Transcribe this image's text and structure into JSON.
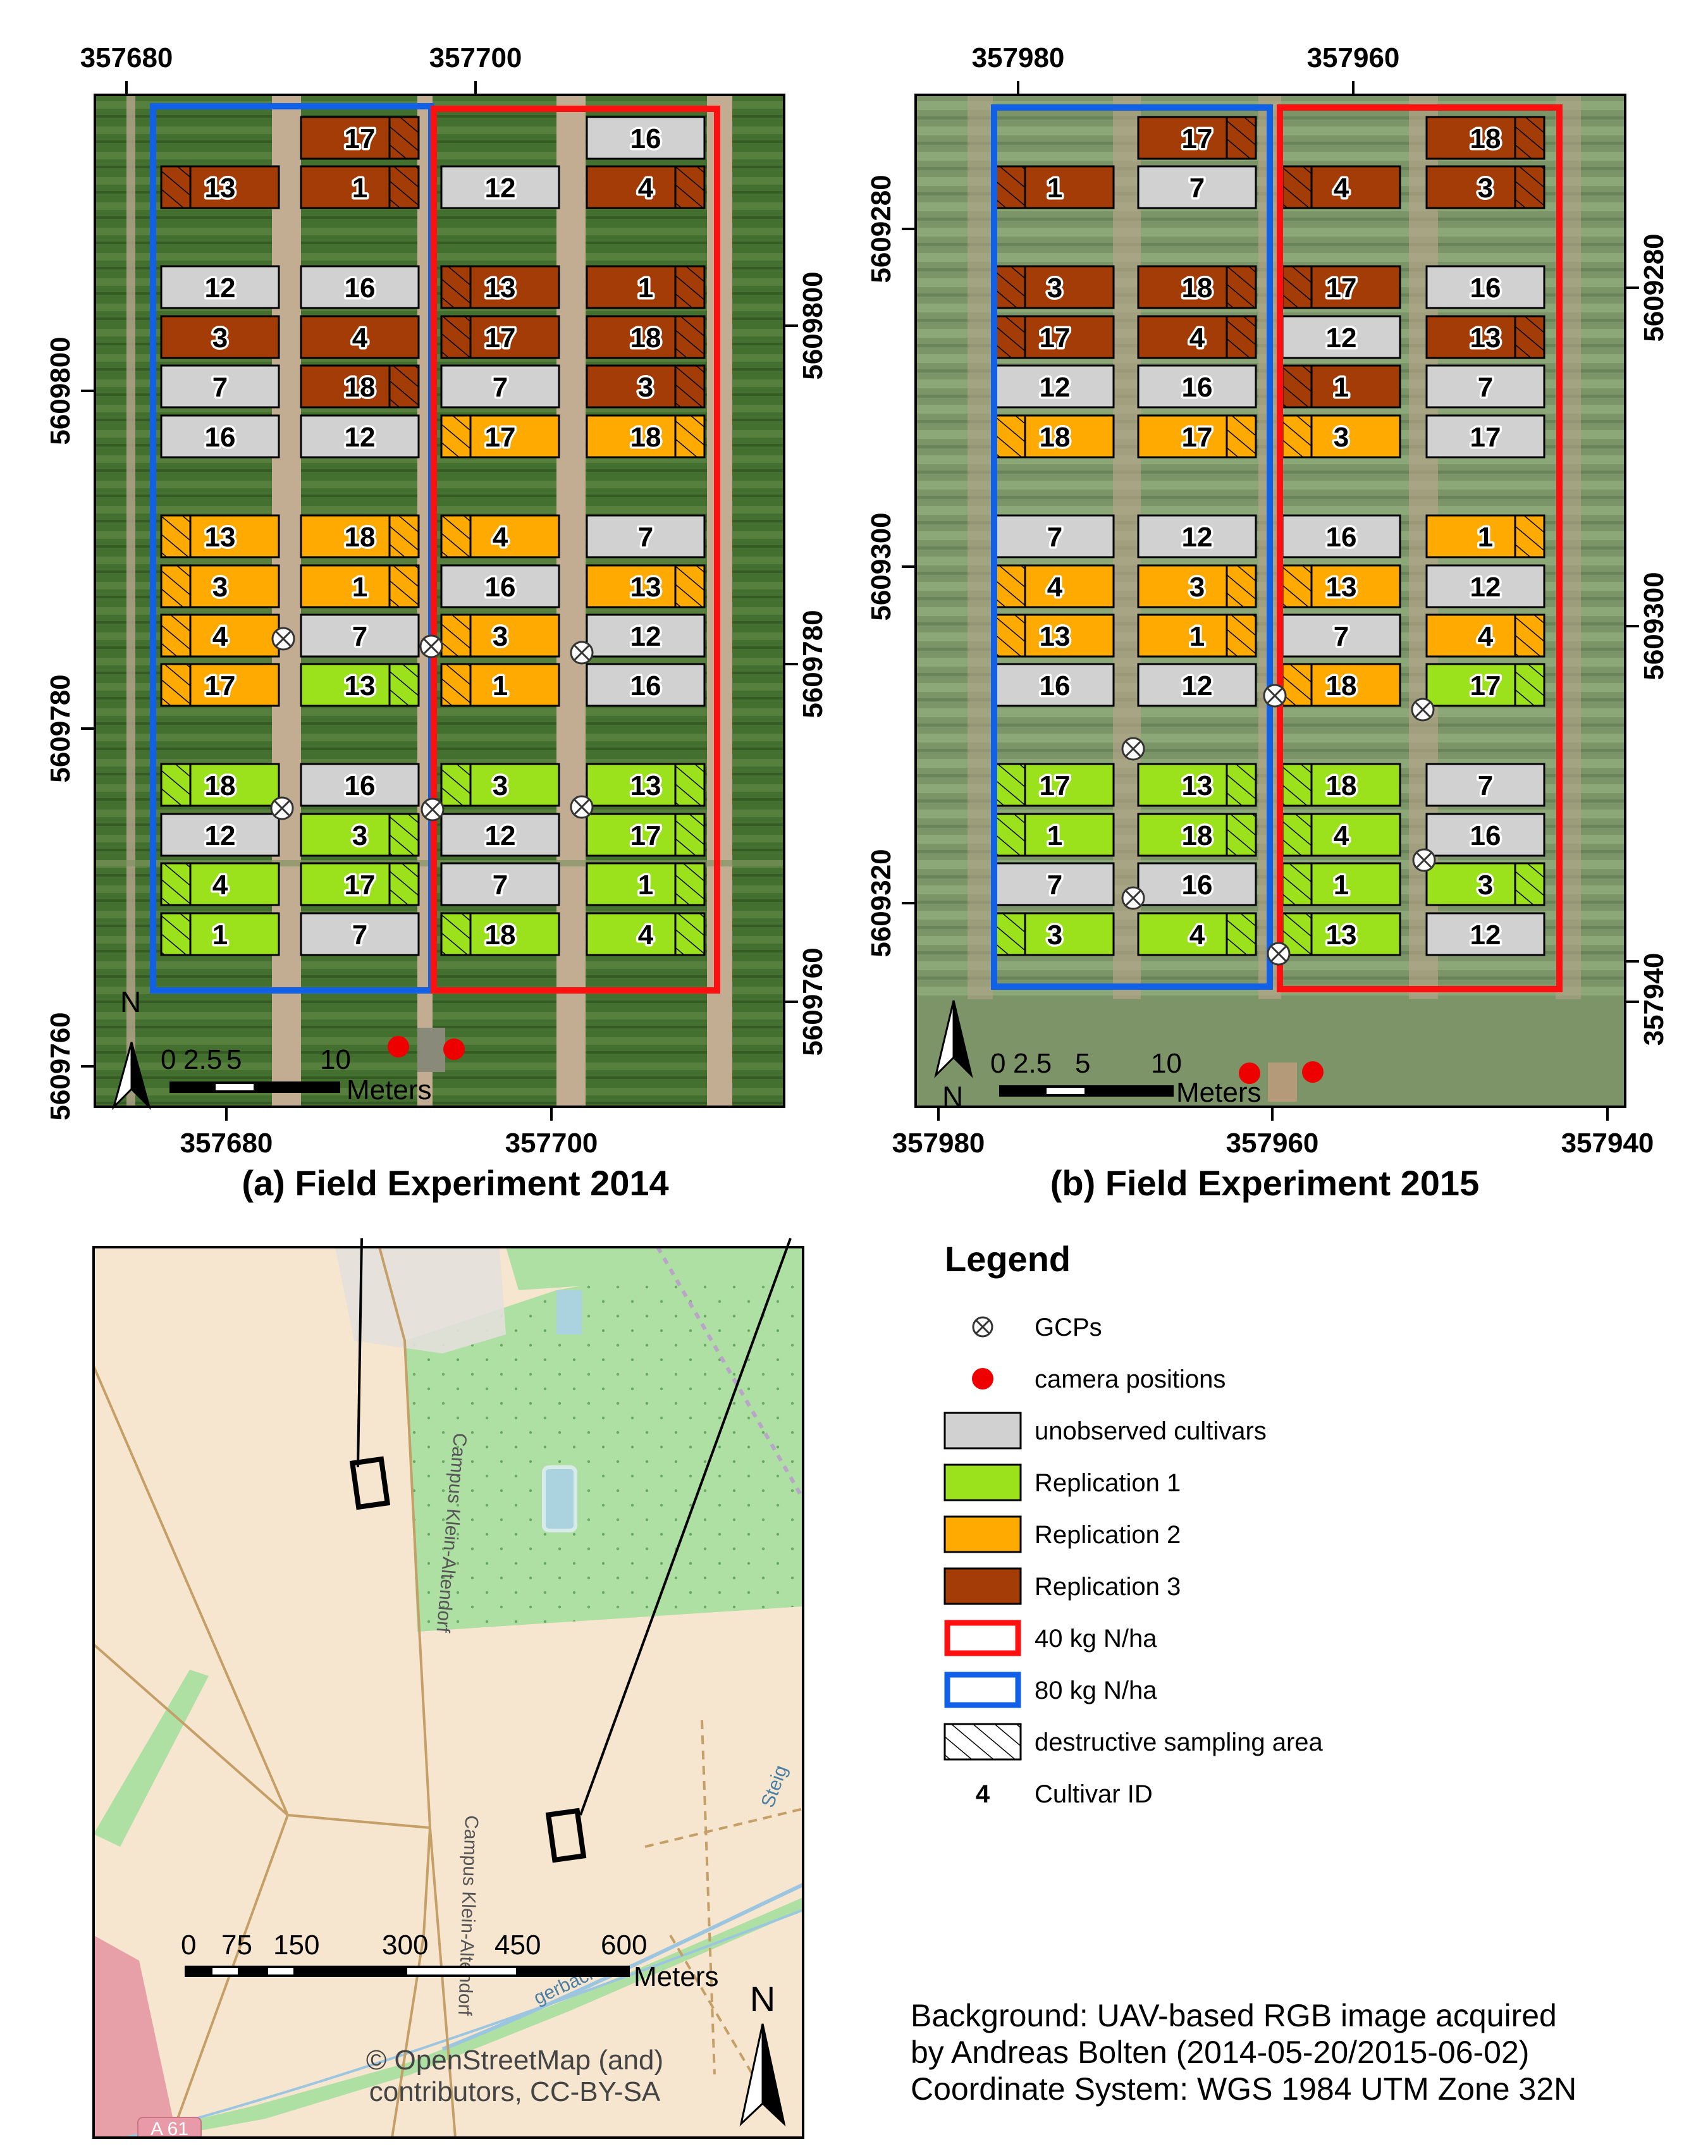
{
  "colors": {
    "unobserved": "#d1d1d1",
    "rep1": "#9be21c",
    "rep2": "#ffaa00",
    "rep3": "#a33c06",
    "n40": "#ff1010",
    "n80": "#1060e8",
    "field_bg": "#3f6a2e",
    "map_bg": "#f7e6cf",
    "map_green": "#aedfa3",
    "camera": "#ee0000"
  },
  "panel_a": {
    "caption": "(a) Field Experiment 2014",
    "top_ticks": [
      "357680",
      "357700"
    ],
    "bottom_ticks": [
      "357680",
      "357700"
    ],
    "left_ticks": [
      "5609800",
      "5609780",
      "5609760"
    ],
    "right_ticks": [
      "5609800",
      "5609780",
      "5609760"
    ],
    "scale_labels": [
      "0",
      "2.5",
      "5",
      "10"
    ],
    "scale_unit": "Meters",
    "north": "N",
    "columns": [
      [
        {
          "id": "",
          "c": "n"
        },
        {
          "id": "13",
          "c": "r3",
          "h": "L"
        },
        {
          "id": "12",
          "c": "u"
        },
        {
          "id": "3",
          "c": "r3"
        },
        {
          "id": "7",
          "c": "u"
        },
        {
          "id": "16",
          "c": "u"
        },
        {
          "id": "13",
          "c": "r2",
          "h": "L"
        },
        {
          "id": "3",
          "c": "r2",
          "h": "L"
        },
        {
          "id": "4",
          "c": "r2",
          "h": "L"
        },
        {
          "id": "17",
          "c": "r2",
          "h": "L"
        },
        {
          "id": "18",
          "c": "r1",
          "h": "L"
        },
        {
          "id": "12",
          "c": "u"
        },
        {
          "id": "4",
          "c": "r1",
          "h": "L"
        },
        {
          "id": "1",
          "c": "r1",
          "h": "L"
        }
      ],
      [
        {
          "id": "17",
          "c": "r3",
          "h": "R"
        },
        {
          "id": "1",
          "c": "r3",
          "h": "R"
        },
        {
          "id": "16",
          "c": "u"
        },
        {
          "id": "4",
          "c": "r3"
        },
        {
          "id": "18",
          "c": "r3",
          "h": "R"
        },
        {
          "id": "12",
          "c": "u"
        },
        {
          "id": "18",
          "c": "r2",
          "h": "R"
        },
        {
          "id": "1",
          "c": "r2",
          "h": "R"
        },
        {
          "id": "7",
          "c": "u"
        },
        {
          "id": "13",
          "c": "r1",
          "h": "R"
        },
        {
          "id": "16",
          "c": "u"
        },
        {
          "id": "3",
          "c": "r1",
          "h": "R"
        },
        {
          "id": "17",
          "c": "r1",
          "h": "R"
        },
        {
          "id": "7",
          "c": "u"
        }
      ],
      [
        {
          "id": "",
          "c": "n"
        },
        {
          "id": "12",
          "c": "u"
        },
        {
          "id": "13",
          "c": "r3",
          "h": "L"
        },
        {
          "id": "17",
          "c": "r3",
          "h": "L"
        },
        {
          "id": "7",
          "c": "u"
        },
        {
          "id": "17",
          "c": "r2",
          "h": "L"
        },
        {
          "id": "4",
          "c": "r2",
          "h": "L"
        },
        {
          "id": "16",
          "c": "u"
        },
        {
          "id": "3",
          "c": "r2",
          "h": "L"
        },
        {
          "id": "1",
          "c": "r2",
          "h": "L"
        },
        {
          "id": "3",
          "c": "r1",
          "h": "L"
        },
        {
          "id": "12",
          "c": "u"
        },
        {
          "id": "7",
          "c": "u"
        },
        {
          "id": "18",
          "c": "r1",
          "h": "L"
        }
      ],
      [
        {
          "id": "16",
          "c": "u"
        },
        {
          "id": "4",
          "c": "r3",
          "h": "R"
        },
        {
          "id": "1",
          "c": "r3",
          "h": "R"
        },
        {
          "id": "18",
          "c": "r3",
          "h": "R"
        },
        {
          "id": "3",
          "c": "r3",
          "h": "R"
        },
        {
          "id": "18",
          "c": "r2",
          "h": "R"
        },
        {
          "id": "7",
          "c": "u"
        },
        {
          "id": "13",
          "c": "r2",
          "h": "R"
        },
        {
          "id": "12",
          "c": "u"
        },
        {
          "id": "16",
          "c": "u"
        },
        {
          "id": "13",
          "c": "r1",
          "h": "R"
        },
        {
          "id": "17",
          "c": "r1",
          "h": "R"
        },
        {
          "id": "1",
          "c": "r1",
          "h": "R"
        },
        {
          "id": "4",
          "c": "r1",
          "h": "R"
        }
      ]
    ]
  },
  "panel_b": {
    "caption": "(b) Field Experiment 2015",
    "top_ticks": [
      "357980",
      "357960"
    ],
    "bottom_ticks": [
      "357980",
      "357960",
      "357940"
    ],
    "left_ticks": [
      "5609280",
      "5609300",
      "5609320"
    ],
    "right_ticks": [
      "5609280",
      "5609300",
      "357940"
    ],
    "scale_labels": [
      "0",
      "2.5",
      "5",
      "10"
    ],
    "scale_unit": "Meters",
    "north": "N",
    "columns": [
      [
        {
          "id": "",
          "c": "n"
        },
        {
          "id": "1",
          "c": "r3",
          "h": "L"
        },
        {
          "id": "3",
          "c": "r3",
          "h": "L"
        },
        {
          "id": "17",
          "c": "r3",
          "h": "L"
        },
        {
          "id": "12",
          "c": "u"
        },
        {
          "id": "18",
          "c": "r2",
          "h": "L"
        },
        {
          "id": "7",
          "c": "u"
        },
        {
          "id": "4",
          "c": "r2",
          "h": "L"
        },
        {
          "id": "13",
          "c": "r2",
          "h": "L"
        },
        {
          "id": "16",
          "c": "u"
        },
        {
          "id": "17",
          "c": "r1",
          "h": "L"
        },
        {
          "id": "1",
          "c": "r1",
          "h": "L"
        },
        {
          "id": "7",
          "c": "u"
        },
        {
          "id": "3",
          "c": "r1",
          "h": "L"
        }
      ],
      [
        {
          "id": "17",
          "c": "r3",
          "h": "R"
        },
        {
          "id": "7",
          "c": "u"
        },
        {
          "id": "18",
          "c": "r3",
          "h": "R"
        },
        {
          "id": "4",
          "c": "r3",
          "h": "R"
        },
        {
          "id": "16",
          "c": "u"
        },
        {
          "id": "17",
          "c": "r2",
          "h": "R"
        },
        {
          "id": "12",
          "c": "u"
        },
        {
          "id": "3",
          "c": "r2",
          "h": "R"
        },
        {
          "id": "1",
          "c": "r2",
          "h": "R"
        },
        {
          "id": "12",
          "c": "u"
        },
        {
          "id": "13",
          "c": "r1",
          "h": "R"
        },
        {
          "id": "18",
          "c": "r1",
          "h": "R"
        },
        {
          "id": "16",
          "c": "u"
        },
        {
          "id": "4",
          "c": "r1",
          "h": "R"
        }
      ],
      [
        {
          "id": "",
          "c": "n"
        },
        {
          "id": "4",
          "c": "r3",
          "h": "L"
        },
        {
          "id": "17",
          "c": "r3",
          "h": "L"
        },
        {
          "id": "12",
          "c": "u"
        },
        {
          "id": "1",
          "c": "r3",
          "h": "L"
        },
        {
          "id": "3",
          "c": "r2",
          "h": "L"
        },
        {
          "id": "16",
          "c": "u"
        },
        {
          "id": "13",
          "c": "r2",
          "h": "L"
        },
        {
          "id": "7",
          "c": "u"
        },
        {
          "id": "18",
          "c": "r2",
          "h": "L"
        },
        {
          "id": "18",
          "c": "r1",
          "h": "L"
        },
        {
          "id": "4",
          "c": "r1",
          "h": "L"
        },
        {
          "id": "1",
          "c": "r1",
          "h": "L"
        },
        {
          "id": "13",
          "c": "r1",
          "h": "L"
        }
      ],
      [
        {
          "id": "18",
          "c": "r3",
          "h": "R"
        },
        {
          "id": "3",
          "c": "r3",
          "h": "R"
        },
        {
          "id": "16",
          "c": "u"
        },
        {
          "id": "13",
          "c": "r3",
          "h": "R"
        },
        {
          "id": "7",
          "c": "u"
        },
        {
          "id": "17",
          "c": "u"
        },
        {
          "id": "1",
          "c": "r2",
          "h": "R"
        },
        {
          "id": "12",
          "c": "u"
        },
        {
          "id": "4",
          "c": "r2",
          "h": "R"
        },
        {
          "id": "17",
          "c": "r1",
          "h": "R"
        },
        {
          "id": "7",
          "c": "u"
        },
        {
          "id": "16",
          "c": "u"
        },
        {
          "id": "3",
          "c": "r1",
          "h": "R"
        },
        {
          "id": "12",
          "c": "u"
        }
      ]
    ]
  },
  "overview": {
    "scale_labels": [
      "0",
      "75",
      "150",
      "300",
      "450",
      "600"
    ],
    "scale_unit": "Meters",
    "north": "N",
    "credit_line1": "© OpenStreetMap (and)",
    "credit_line2": "contributors, CC-BY-SA",
    "road_label": "A 61",
    "street_label1": "Campus Klein-Altendorf",
    "street_label2": "Campus Klein-Altendorf",
    "creek_label": "gerbach",
    "creek_label2": "Steig"
  },
  "legend": {
    "title": "Legend",
    "items": [
      {
        "key": "gcp",
        "label": "GCPs"
      },
      {
        "key": "camera",
        "label": "camera positions"
      },
      {
        "key": "unobserved",
        "label": "unobserved cultivars"
      },
      {
        "key": "rep1",
        "label": "Replication 1"
      },
      {
        "key": "rep2",
        "label": "Replication 2"
      },
      {
        "key": "rep3",
        "label": "Replication 3"
      },
      {
        "key": "n40",
        "label": "40 kg N/ha"
      },
      {
        "key": "n80",
        "label": "80 kg N/ha"
      },
      {
        "key": "hatch",
        "label": "destructive sampling area"
      },
      {
        "key": "id",
        "symbol": "4",
        "label": "Cultivar ID"
      }
    ]
  },
  "note": {
    "line1": "Background: UAV-based RGB image acquired",
    "line2": "by Andreas Bolten (2014-05-20/2015-06-02)",
    "line3": "Coordinate System: WGS 1984 UTM Zone 32N"
  }
}
